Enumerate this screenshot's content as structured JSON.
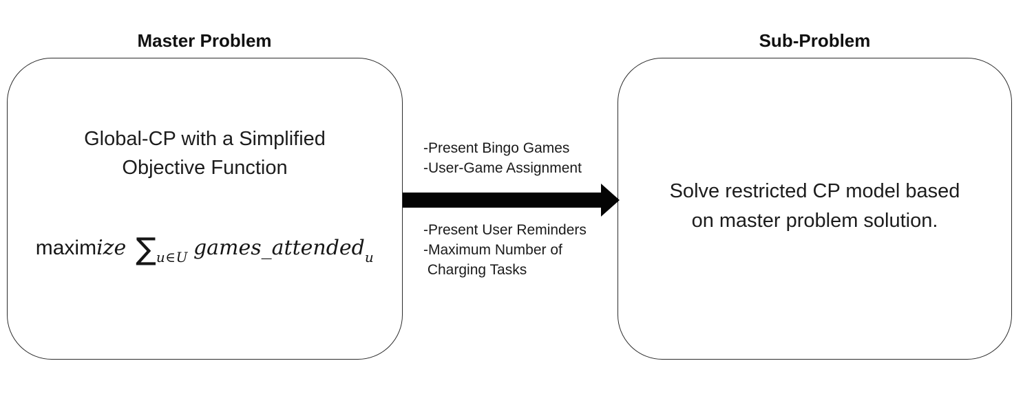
{
  "colors": {
    "background": "#ffffff",
    "stroke": "#2a2a2a",
    "text": "#1c1c1c",
    "arrow": "#040404"
  },
  "master": {
    "title": "Master Problem",
    "body_line1": "Global-CP with a Simplified",
    "body_line2": "Objective Function",
    "formula": {
      "prefix_roman": "maxim",
      "prefix_italic": "ize",
      "sum_symbol": "∑",
      "sum_subscript": "u∈U",
      "term": "games_attended",
      "term_subscript": "u"
    }
  },
  "sub": {
    "title": "Sub-Problem",
    "body_line1": "Solve restricted CP model based",
    "body_line2": "on master problem solution."
  },
  "arrow": {
    "top_labels": [
      "-Present Bingo Games",
      "-User-Game Assignment"
    ],
    "bottom_labels": [
      "-Present User Reminders",
      "-Maximum Number of",
      " Charging Tasks"
    ]
  }
}
